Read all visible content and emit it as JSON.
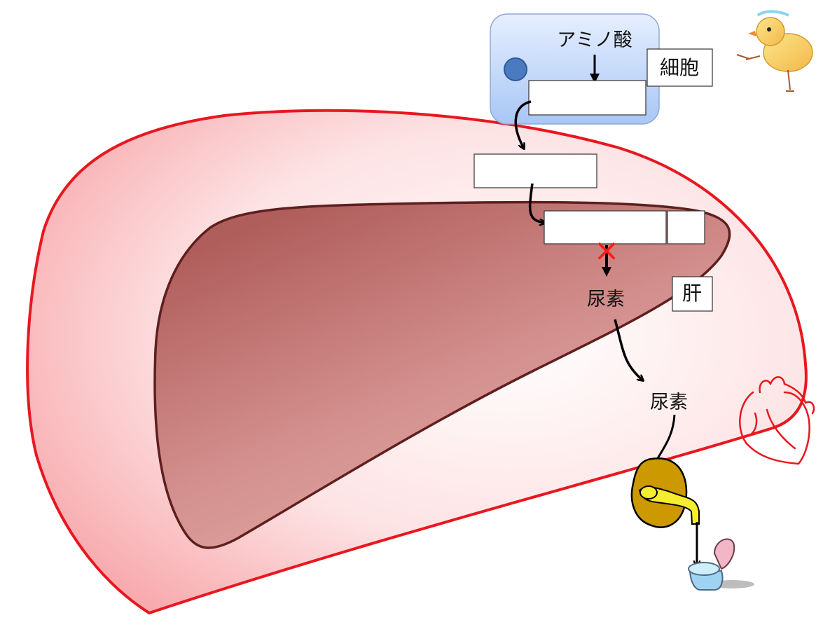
{
  "labels": {
    "amino_acid": "アミノ酸",
    "cell": "細胞",
    "liver": "肝",
    "urea_liver": "尿素",
    "urea_blood": "尿素"
  },
  "answer_boxes": [
    "",
    "",
    "",
    ""
  ],
  "blocked_step": "×",
  "icons": [
    "chick-icon",
    "heart-icon",
    "kidney-icon",
    "toilet-icon",
    "nucleus-icon"
  ],
  "colors": {
    "body_outline": "#e8171f",
    "body_fill_edge": "#f7a2a6",
    "liver_dark": "#b05e5c",
    "liver_light": "#dea19f",
    "liver_outline": "#5e1f1e",
    "cell_fill": "#cfe0fb",
    "cell_outline": "#8ea9d6",
    "nucleus": "#4a7ac0",
    "kidney": "#cc9900",
    "ureter": "#f6ed2f",
    "cross": "#ff1a1a"
  }
}
